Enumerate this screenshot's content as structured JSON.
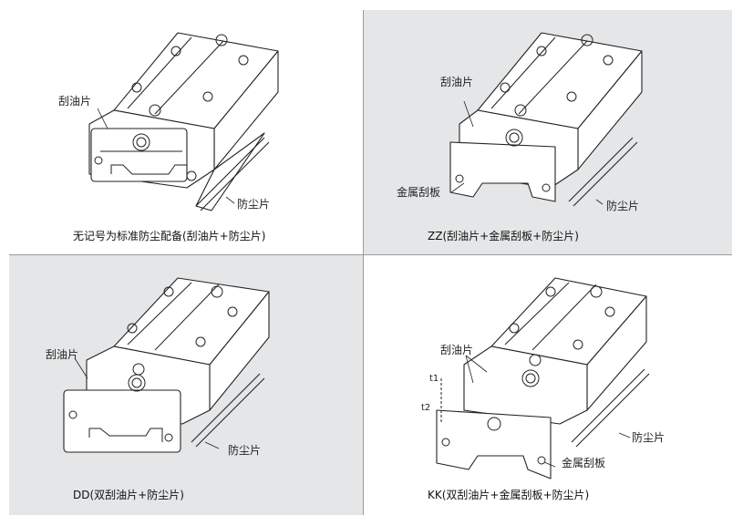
{
  "background": "#ffffff",
  "panel_shade": "#e5e6e7",
  "panels": [
    {
      "id": "standard",
      "labels": {
        "wiper": "刮油片",
        "dust_seal": "防尘片"
      },
      "caption": "无记号为标准防尘配备(刮油片+防尘片)"
    },
    {
      "id": "zz",
      "labels": {
        "wiper": "刮油片",
        "metal_scraper": "金属刮板",
        "dust_seal": "防尘片"
      },
      "caption": "ZZ(刮油片+金属刮板+防尘片)"
    },
    {
      "id": "dd",
      "labels": {
        "wiper": "刮油片",
        "dust_seal": "防尘片"
      },
      "caption": "DD(双刮油片+防尘片)"
    },
    {
      "id": "kk",
      "labels": {
        "wiper": "刮油片",
        "t1": "t1",
        "t2": "t2",
        "dust_seal": "防尘片",
        "metal_scraper": "金属刮板"
      },
      "caption": "KK(双刮油片+金属刮板+防尘片)"
    }
  ]
}
